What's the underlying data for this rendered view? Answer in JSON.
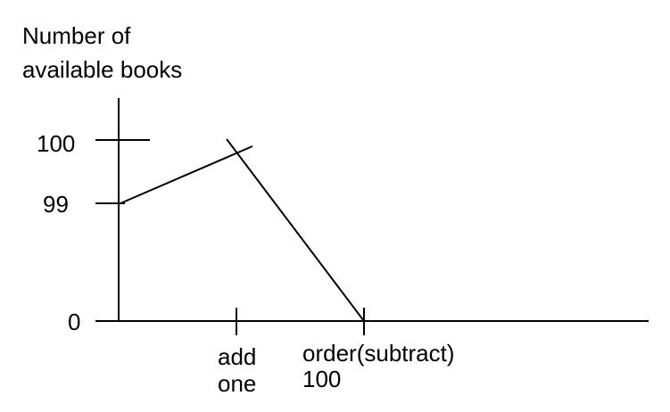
{
  "y_axis": {
    "label_line1": "Number of",
    "label_line2": "available books",
    "ticks": [
      "100",
      "99",
      "0"
    ]
  },
  "x_axis": {
    "ticks": [
      {
        "line1": "add",
        "line2": "one"
      },
      {
        "line1": "order(subtract)",
        "line2": "100"
      }
    ]
  }
}
